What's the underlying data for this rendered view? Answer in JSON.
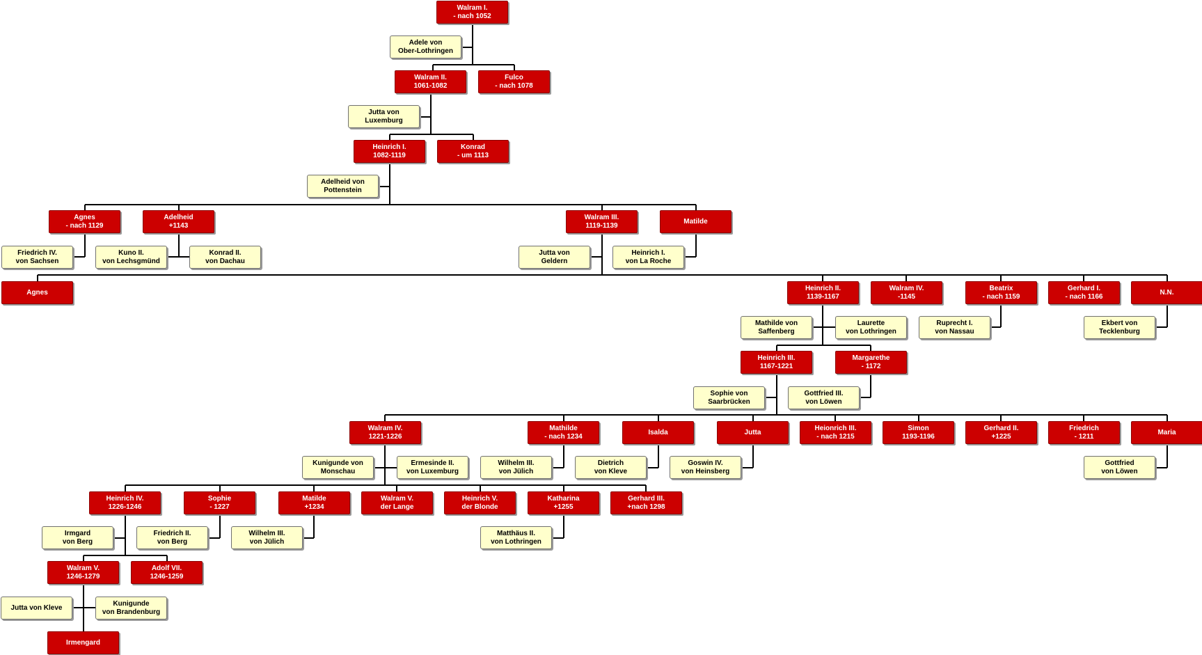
{
  "colors": {
    "person": "#cc0000",
    "person_text": "#ffffff",
    "spouse": "#ffffcc",
    "spouse_text": "#000000",
    "line": "#000000"
  },
  "nodes": {
    "walram1": [
      "Walram I.",
      "- nach 1052"
    ],
    "adele": [
      "Adele von",
      "Ober-Lothringen"
    ],
    "walram2": [
      "Walram II.",
      "1061-1082"
    ],
    "fulco": [
      "Fulco",
      "- nach 1078"
    ],
    "jutta_lux": [
      "Jutta von",
      "Luxemburg"
    ],
    "heinrich1": [
      "Heinrich I.",
      "1082-1119"
    ],
    "konrad": [
      "Konrad",
      "- um 1113"
    ],
    "adelheid_pott": [
      "Adelheid von",
      "Pottenstein"
    ],
    "agnes_1129": [
      "Agnes",
      "- nach 1129"
    ],
    "adelheid_1143": [
      "Adelheid",
      "+1143"
    ],
    "walram3": [
      "Walram III.",
      "1119-1139"
    ],
    "matilde_1": [
      "Matilde"
    ],
    "friedrich4": [
      "Friedrich IV.",
      "von Sachsen"
    ],
    "kuno2": [
      "Kuno II.",
      "von Lechsgmünd"
    ],
    "konrad2": [
      "Konrad II.",
      "von Dachau"
    ],
    "jutta_geld": [
      "Jutta von",
      "Geldern"
    ],
    "heinrich_laroche": [
      "Heinrich I.",
      "von La Roche"
    ],
    "agnes_2": [
      "Agnes"
    ],
    "heinrich2": [
      "Heinrich II.",
      "1139-1167"
    ],
    "walram4a": [
      "Walram IV.",
      "-1145"
    ],
    "beatrix": [
      "Beatrix",
      "- nach 1159"
    ],
    "gerhard1": [
      "Gerhard I.",
      "- nach 1166"
    ],
    "nn": [
      "N.N."
    ],
    "mathilde_saff": [
      "Mathilde von",
      "Saffenberg"
    ],
    "laurette": [
      "Laurette",
      "von Lothringen"
    ],
    "ruprecht": [
      "Ruprecht I.",
      "von Nassau"
    ],
    "ekbert": [
      "Ekbert von",
      "Tecklenburg"
    ],
    "heinrich3": [
      "Heinrich III.",
      "1167-1221"
    ],
    "margarethe": [
      "Margarethe",
      "- 1172"
    ],
    "sophie_saar": [
      "Sophie von",
      "Saarbrücken"
    ],
    "gottfried3": [
      "Gottfried III.",
      "von Löwen"
    ],
    "walram4b": [
      "Walram IV.",
      "1221-1226"
    ],
    "mathilde_1234": [
      "Mathilde",
      "- nach 1234"
    ],
    "isalda": [
      "Isalda"
    ],
    "jutta_c": [
      "Jutta"
    ],
    "heionrich3": [
      "Heionrich III.",
      "- nach 1215"
    ],
    "simon": [
      "Simon",
      "1193-1196"
    ],
    "gerhard2": [
      "Gerhard II.",
      "+1225"
    ],
    "friedrich_1211": [
      "Friedrich",
      "- 1211"
    ],
    "maria": [
      "Maria"
    ],
    "kunigunde_mon": [
      "Kunigunde von",
      "Monschau"
    ],
    "ermesinde": [
      "Ermesinde II.",
      "von Luxemburg"
    ],
    "wilhelm3_a": [
      "Wilhelm III.",
      "von Jülich"
    ],
    "dietrich": [
      "Dietrich",
      "von Kleve"
    ],
    "goswin": [
      "Goswin IV.",
      "von Heinsberg"
    ],
    "gottfried_loewen": [
      "Gottfried",
      "von Löwen"
    ],
    "heinrich4": [
      "Heinrich IV.",
      "1226-1246"
    ],
    "sophie_1227": [
      "Sophie",
      "- 1227"
    ],
    "matilde_1234b": [
      "Matilde",
      "+1234"
    ],
    "walram5_lange": [
      "Walram V.",
      "der Lange"
    ],
    "heinrich5": [
      "Heinrich V.",
      "der Blonde"
    ],
    "katharina": [
      "Katharina",
      "+1255"
    ],
    "gerhard3": [
      "Gerhard III.",
      "+nach 1298"
    ],
    "irmgard_berg": [
      "Irmgard",
      "von Berg"
    ],
    "friedrich2_berg": [
      "Friedrich II.",
      "von Berg"
    ],
    "wilhelm3_b": [
      "Wilhelm III.",
      "von Jülich"
    ],
    "matthaeus": [
      "Matthäus II.",
      "von Lothringen"
    ],
    "walram5": [
      "Walram V.",
      "1246-1279"
    ],
    "adolf7": [
      "Adolf VII.",
      "1246-1259"
    ],
    "jutta_kleve": [
      "Jutta von Kleve"
    ],
    "kunigunde_brand": [
      "Kunigunde",
      "von Brandenburg"
    ],
    "irmengard": [
      "Irmengard"
    ]
  }
}
